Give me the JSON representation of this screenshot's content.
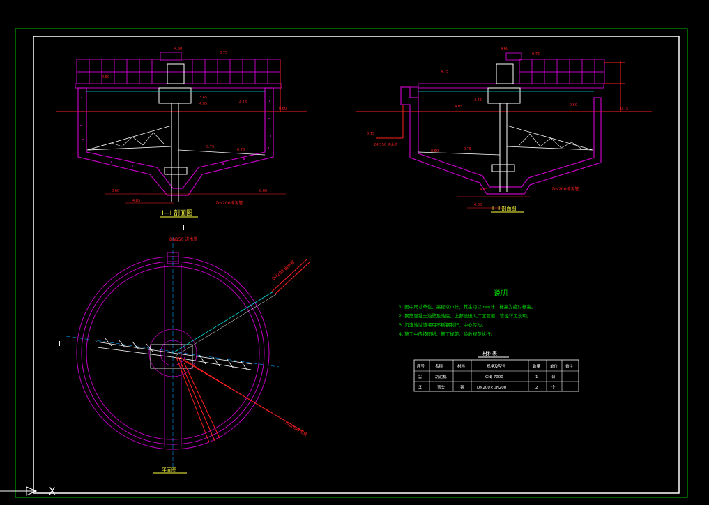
{
  "colors": {
    "background": "#000000",
    "outer_frame": "#00c000",
    "inner_frame": "#ffffff",
    "structure": "#c000c0",
    "dimension": "#ff2020",
    "axis": "#00a0ff",
    "notes": "#00e000",
    "label_white": "#ffffff",
    "cyan": "#00e0e0"
  },
  "left_section": {
    "title": "I—I 剖面图",
    "levels": [
      "4.60",
      "0.75",
      "4.50",
      "3.45",
      "4.05",
      "4.15",
      "0.60",
      "0.75",
      "0.75",
      "0.60",
      "0.60",
      "4.85"
    ],
    "pipe_label": "DN200排泥管"
  },
  "right_section": {
    "title": "I—I 剖面图",
    "levels": [
      "4.60",
      "0.75",
      "4.75",
      "4.05",
      "3.45",
      "0.60",
      "0.75",
      "0.75",
      "0.60",
      "0.75",
      "4.85",
      "4.85"
    ],
    "inlet_label": "DN150 进水管",
    "pipe_label": "DN200排泥管"
  },
  "plan": {
    "title": "平面图",
    "section_mark": "I",
    "inlet_label": "DN150 进水管",
    "pipe_label": "DN200排泥管",
    "outlet_label": "DN200 出水管"
  },
  "notes": {
    "title": "说明",
    "items": [
      "1. 图中尺寸单位，高程以m计，其余均以mm计，标高为绝对标高。",
      "2. 钢筋混凝土池壁及池底，上部设进入厂区管道，管径详见说明。",
      "3. 沉淀池溢流堰用不锈钢制作，中心传动。",
      "4. 施工中应按图纸、施工规范、验收规范执行。"
    ]
  },
  "material_table": {
    "title": "材料表",
    "headers": [
      "序号",
      "名称",
      "材料",
      "规格及型号",
      "数量",
      "单位",
      "备注"
    ],
    "rows": [
      [
        "①",
        "刮泥机",
        "",
        "GNJ-7000",
        "1",
        "台",
        ""
      ],
      [
        "②",
        "弯头",
        "钢",
        "DN200×DN200",
        "2",
        "个",
        ""
      ]
    ]
  },
  "ucs": {
    "x_label": "X"
  }
}
